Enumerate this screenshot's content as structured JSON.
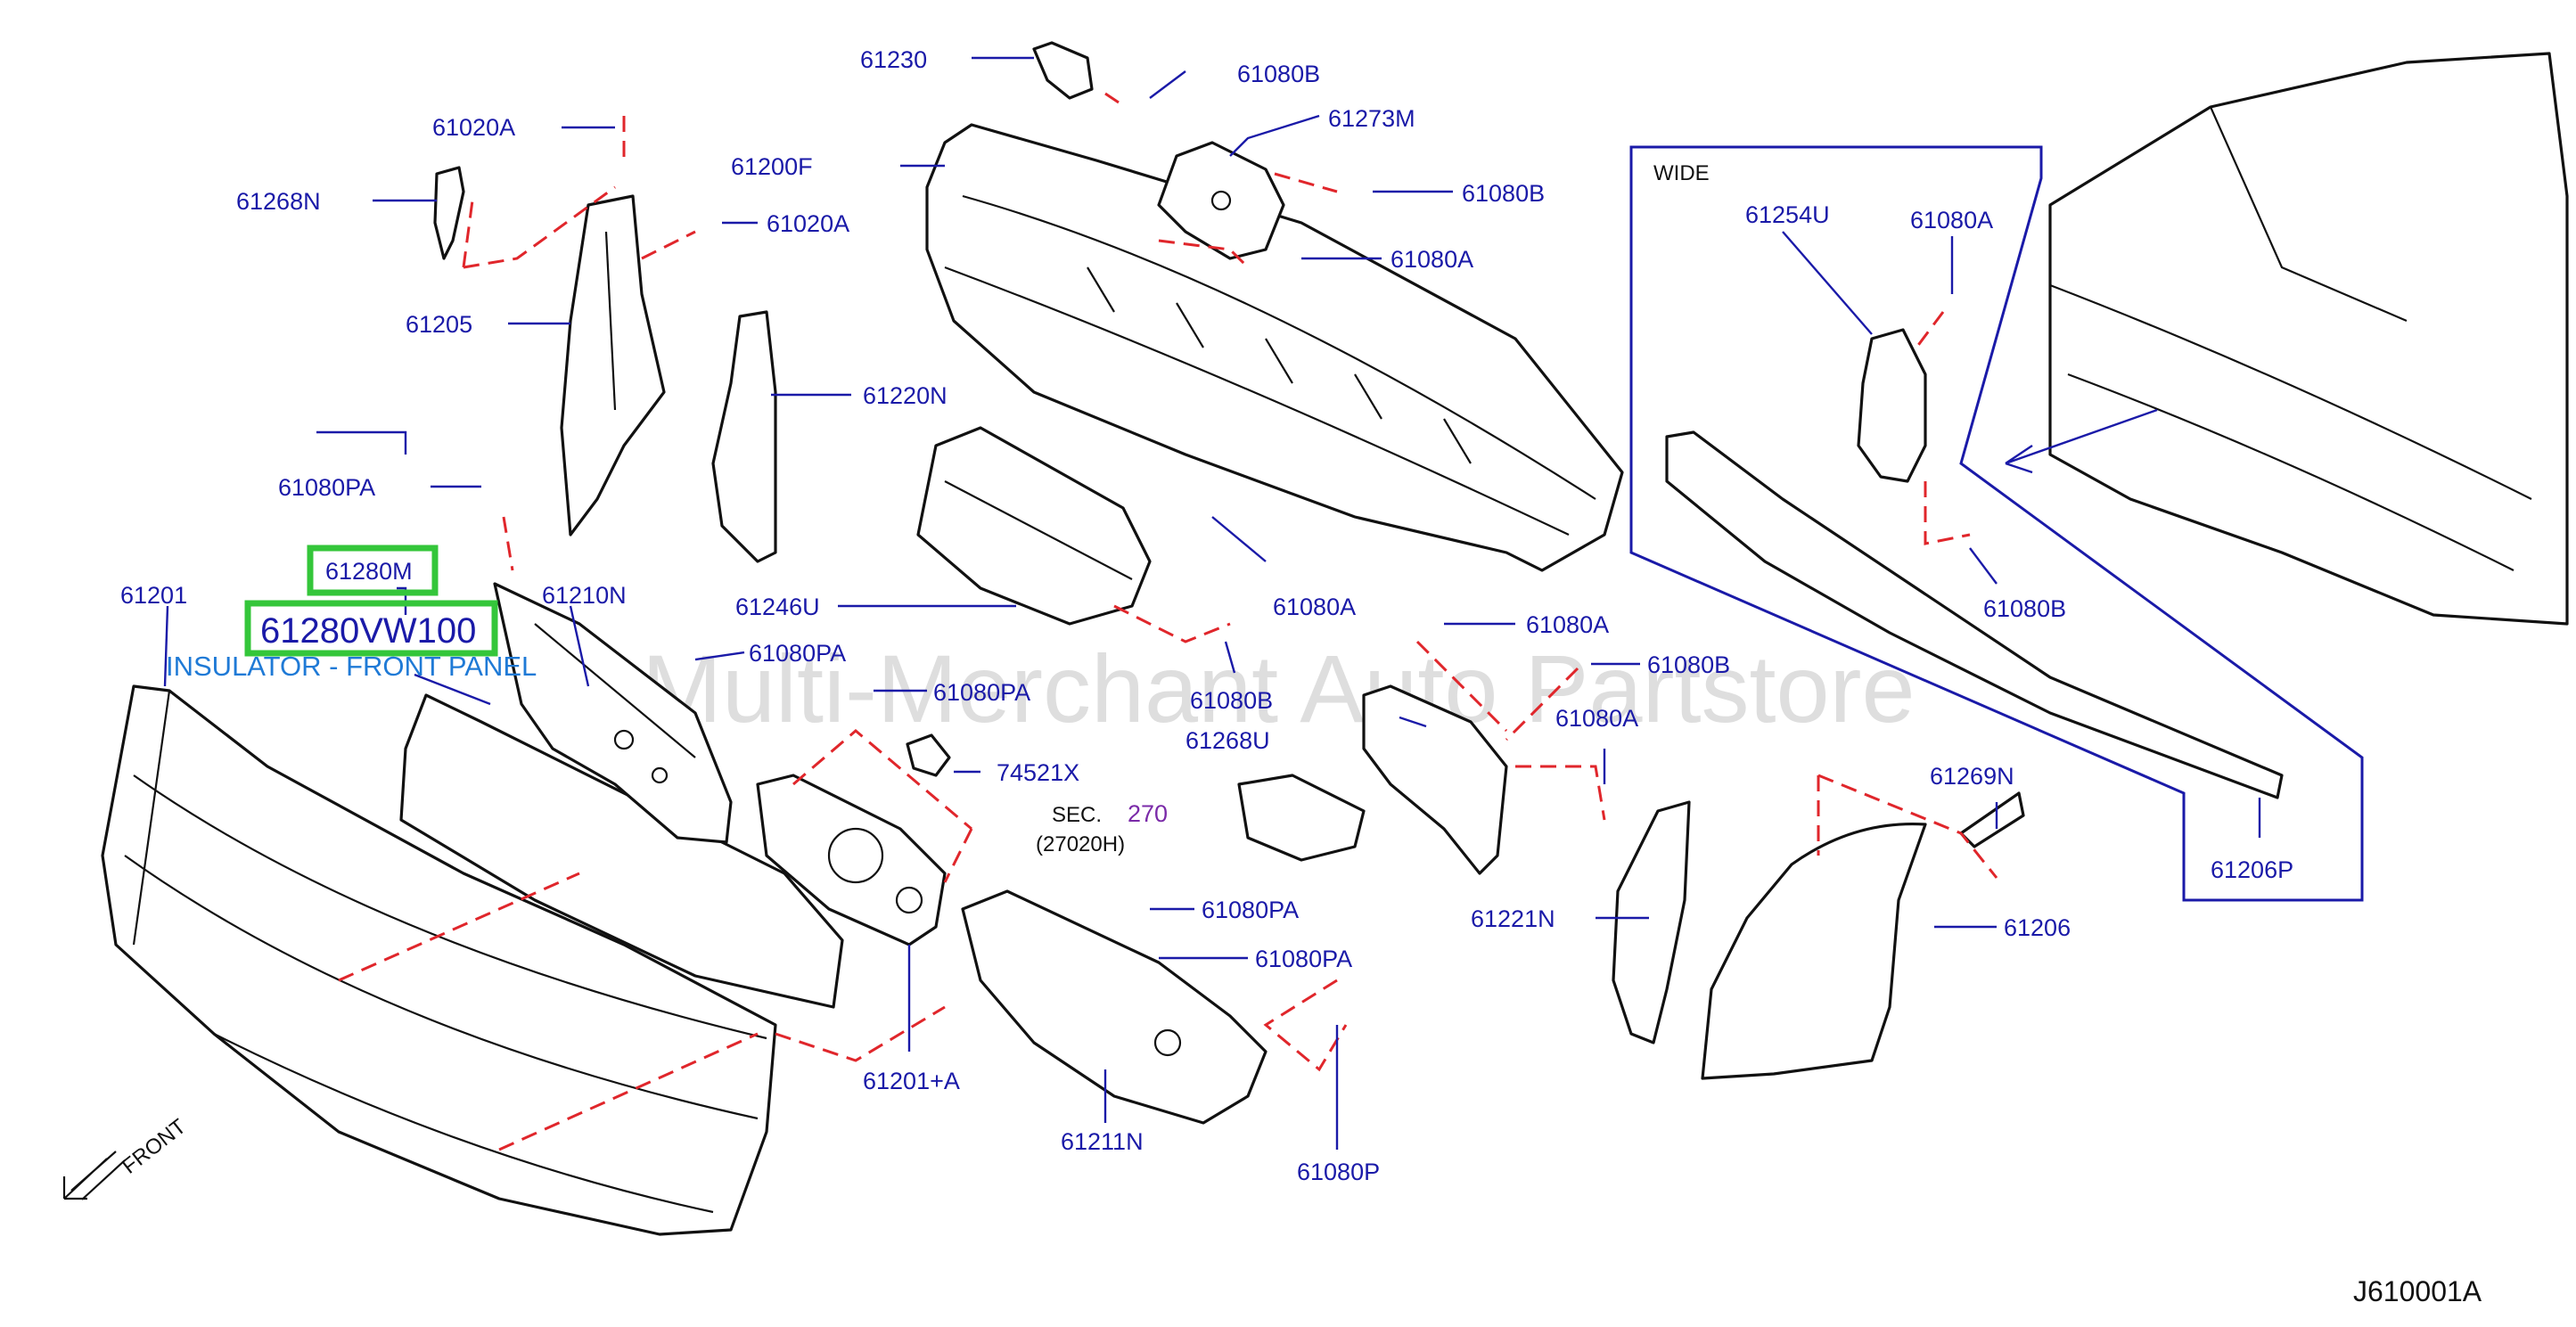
{
  "diagram": {
    "watermark": "Multi-Merchant Auto Partstore",
    "diagram_code": "J610001A",
    "front_label": "FRONT",
    "wide_label": "WIDE",
    "sec_line1": "SEC.",
    "sec_number": "270",
    "sec_line2": "(27020H)",
    "highlight_part": "61280M",
    "highlight_oem": "61280VW100",
    "highlight_description": "INSULATOR - FRONT PANEL",
    "labels": [
      "61230",
      "61080B",
      "61273M",
      "61020A",
      "61200F",
      "61080B",
      "61268N",
      "61020A",
      "61080A",
      "61205",
      "61220N",
      "61080PA",
      "61201",
      "61210N",
      "61246U",
      "61080A",
      "61080PA",
      "61080PA",
      "61080B",
      "61080A",
      "61080B",
      "61268U",
      "74521X",
      "61080A",
      "61080PA",
      "61080PA",
      "61201+A",
      "61211N",
      "61080P",
      "61221N",
      "61206",
      "61269N",
      "61254U",
      "61080A",
      "61080B",
      "61206P"
    ]
  }
}
